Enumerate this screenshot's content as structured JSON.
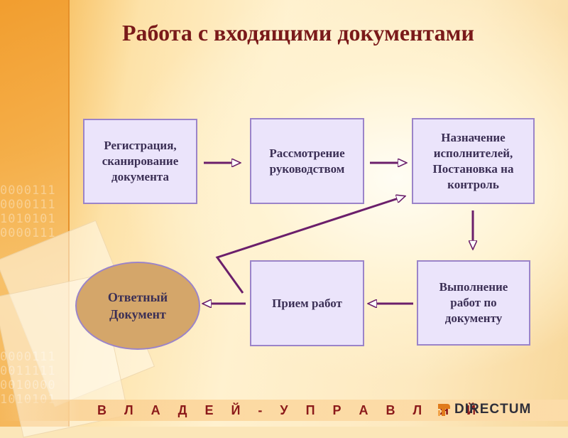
{
  "title": "Работа с входящими документами",
  "nodes": {
    "registration": [
      "Регистрация,",
      "сканирование",
      "документа"
    ],
    "review": [
      "Рассмотрение",
      "руководством"
    ],
    "assignment": [
      "Назначение",
      "исполнителей,",
      "Постановка на",
      "контроль"
    ],
    "execution": [
      "Выполнение",
      "работ по",
      "документу"
    ],
    "acceptance": [
      "Прием работ"
    ],
    "response": [
      "Ответный",
      "Документ"
    ]
  },
  "footer": {
    "slogan": "В Л А Д Е Й - У П Р А В Л Я Й",
    "logo": "DIRECTUM"
  },
  "colors": {
    "title": "#7a1a1a",
    "box_fill": "#ebe4fb",
    "box_border": "#9b84c9",
    "ellipse_fill": "#d4a66a",
    "arrow": "#6b1f6b",
    "slogan": "#8c1a1a"
  }
}
